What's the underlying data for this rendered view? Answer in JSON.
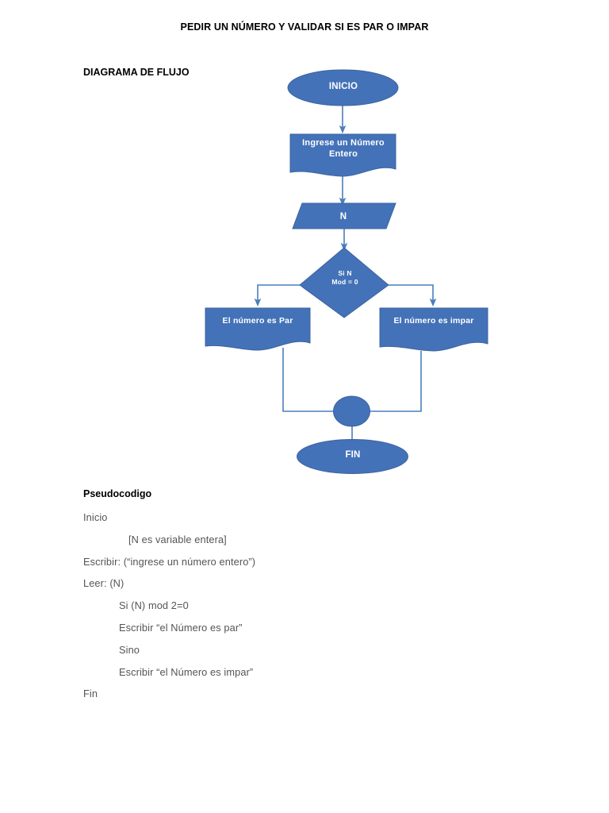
{
  "document": {
    "title": "PEDIR UN NÚMERO Y VALIDAR SI ES PAR O IMPAR",
    "sections": {
      "flowchart_heading": "DIAGRAMA DE FLUJO",
      "pseudocode_heading": "Pseudocodigo"
    }
  },
  "colors": {
    "shape_fill": "#4472B8",
    "shape_stroke": "#3C64A0",
    "connector": "#4A7EBB",
    "shape_text": "#ffffff",
    "body_text": "#555555",
    "heading_text": "#000000",
    "page_background": "#ffffff"
  },
  "flowchart": {
    "nodes": [
      {
        "id": "inicio",
        "shape": "ellipse",
        "label": "INICIO"
      },
      {
        "id": "ingrese",
        "shape": "document",
        "label": "Ingrese un Número Entero"
      },
      {
        "id": "n",
        "shape": "parallelogram",
        "label": "N"
      },
      {
        "id": "decision",
        "shape": "diamond",
        "label": "Si N Mod = 0",
        "line1": "Si N",
        "line2": "Mod = 0"
      },
      {
        "id": "par",
        "shape": "document",
        "label": "El número es Par"
      },
      {
        "id": "impar",
        "shape": "document",
        "label": "El número es impar"
      },
      {
        "id": "connector",
        "shape": "circle",
        "label": ""
      },
      {
        "id": "fin",
        "shape": "ellipse",
        "label": "FIN"
      }
    ],
    "edges": [
      {
        "from": "inicio",
        "to": "ingrese",
        "arrow": true
      },
      {
        "from": "ingrese",
        "to": "n",
        "arrow": true
      },
      {
        "from": "n",
        "to": "decision",
        "arrow": true
      },
      {
        "from": "decision",
        "to": "par",
        "arrow": true
      },
      {
        "from": "decision",
        "to": "impar",
        "arrow": true
      },
      {
        "from": "par",
        "to": "connector",
        "arrow": false
      },
      {
        "from": "impar",
        "to": "connector",
        "arrow": false
      },
      {
        "from": "connector",
        "to": "fin",
        "arrow": false
      }
    ]
  },
  "pseudocode": {
    "lines": [
      {
        "text": "Inicio",
        "indent": 0
      },
      {
        "text": "[N es variable entera]",
        "indent": 2
      },
      {
        "text": "Escribir: (“ingrese un número entero”)",
        "indent": 0
      },
      {
        "text": "Leer: (N)",
        "indent": 0
      },
      {
        "text": "Si (N) mod 2=0",
        "indent": 1
      },
      {
        "text": "Escribir “el Número es par”",
        "indent": 1
      },
      {
        "text": "Sino",
        "indent": 1
      },
      {
        "text": "Escribir “el Número es impar”",
        "indent": 1
      },
      {
        "text": "Fin",
        "indent": 0
      }
    ]
  }
}
